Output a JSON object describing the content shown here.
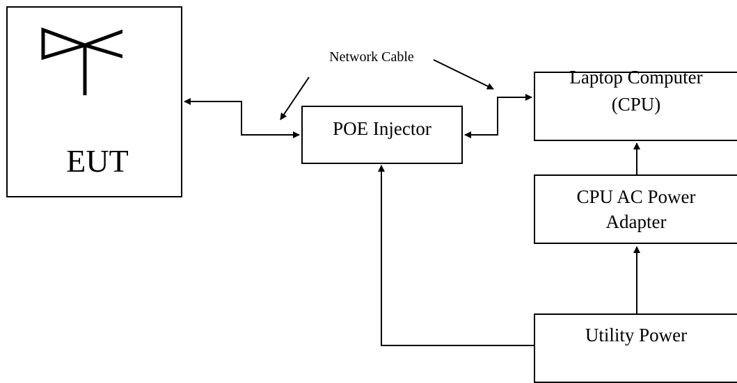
{
  "diagram": {
    "eut": {
      "label": "EUT",
      "icon": "antenna-icon"
    },
    "poe_injector": {
      "label": "POE Injector"
    },
    "laptop": {
      "label_line1": "Laptop Computer",
      "label_line2": "(CPU)"
    },
    "cpu_adapter": {
      "label_line1": "CPU AC Power",
      "label_line2": "Adapter"
    },
    "utility_power": {
      "label": "Utility Power"
    },
    "network_cable": {
      "label": "Network Cable"
    },
    "colors": {
      "stroke": "#000000",
      "background": "#ffffff"
    }
  }
}
